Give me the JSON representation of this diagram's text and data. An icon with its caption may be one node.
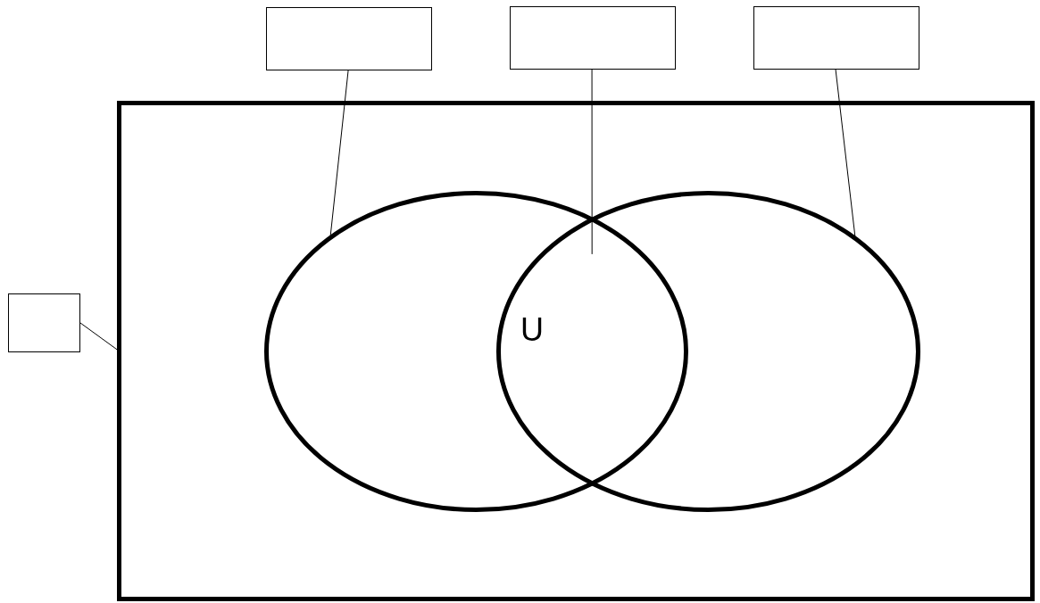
{
  "diagram": {
    "nodes": [
      {
        "text": [],
        "shape": "box"
      },
      {
        "text": [],
        "shape": "box"
      },
      {
        "text": [],
        "shape": "box"
      },
      {
        "text": [],
        "shape": "box"
      },
      {
        "text": [],
        "shape": "box"
      },
      {
        "text": [],
        "shape": "ellipse",
        "in": 4
      },
      {
        "text": [],
        "shape": "ellipse",
        "in": 4
      }
    ],
    "edges": [
      {
        "from": 0,
        "to": 5,
        "arrow": "none"
      },
      {
        "from": 1,
        "to": 5,
        "arrow": "none"
      },
      {
        "from": 2,
        "to": 6,
        "arrow": "none"
      },
      {
        "from": 3,
        "to": 4,
        "arrow": "none"
      }
    ],
    "labels": [
      "U"
    ]
  }
}
